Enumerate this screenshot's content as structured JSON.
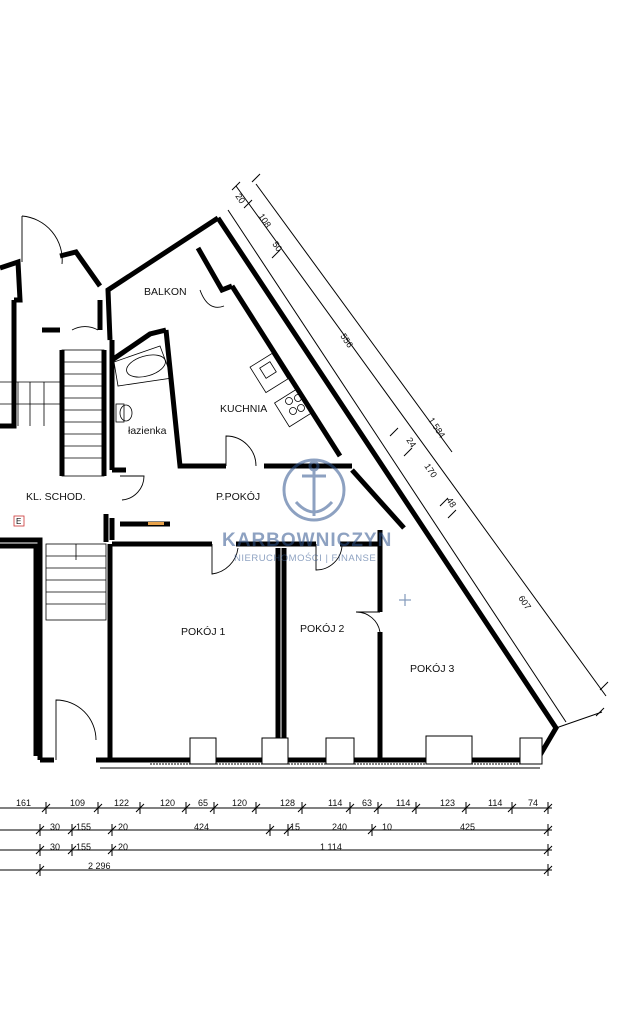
{
  "rooms": {
    "balkon": "BALKON",
    "kuchnia": "KUCHNIA",
    "lazienka": "łazienka",
    "kl_schod": "KL. SCHOD.",
    "p_pokoj": "P.POKÓJ",
    "pokoj1": "POKÓJ 1",
    "pokoj2": "POKÓJ 2",
    "pokoj3": "POKÓJ 3"
  },
  "symbols": {
    "e_sign": "E"
  },
  "watermark": {
    "brand": "KARBOWNICZYN",
    "tagline": "NIERUCHOMOŚCI | FINANSE",
    "icon": "anchor-icon"
  },
  "diagonal_dims": {
    "d20": "20",
    "d108": "108",
    "d50": "50",
    "d556": "556",
    "d1584": "1 584",
    "d24": "24",
    "d170": "170",
    "d48": "48",
    "d607": "607"
  },
  "bottom_dims": {
    "row1": [
      "161",
      "109",
      "122",
      "120",
      "65",
      "120",
      "128",
      "114",
      "63",
      "114",
      "123",
      "114",
      "74"
    ],
    "row2": [
      "30",
      "155",
      "20",
      "424",
      "15",
      "240",
      "10",
      "425"
    ],
    "row3": [
      "30",
      "155",
      "20",
      "1 114"
    ],
    "row4": [
      "2 296"
    ]
  }
}
